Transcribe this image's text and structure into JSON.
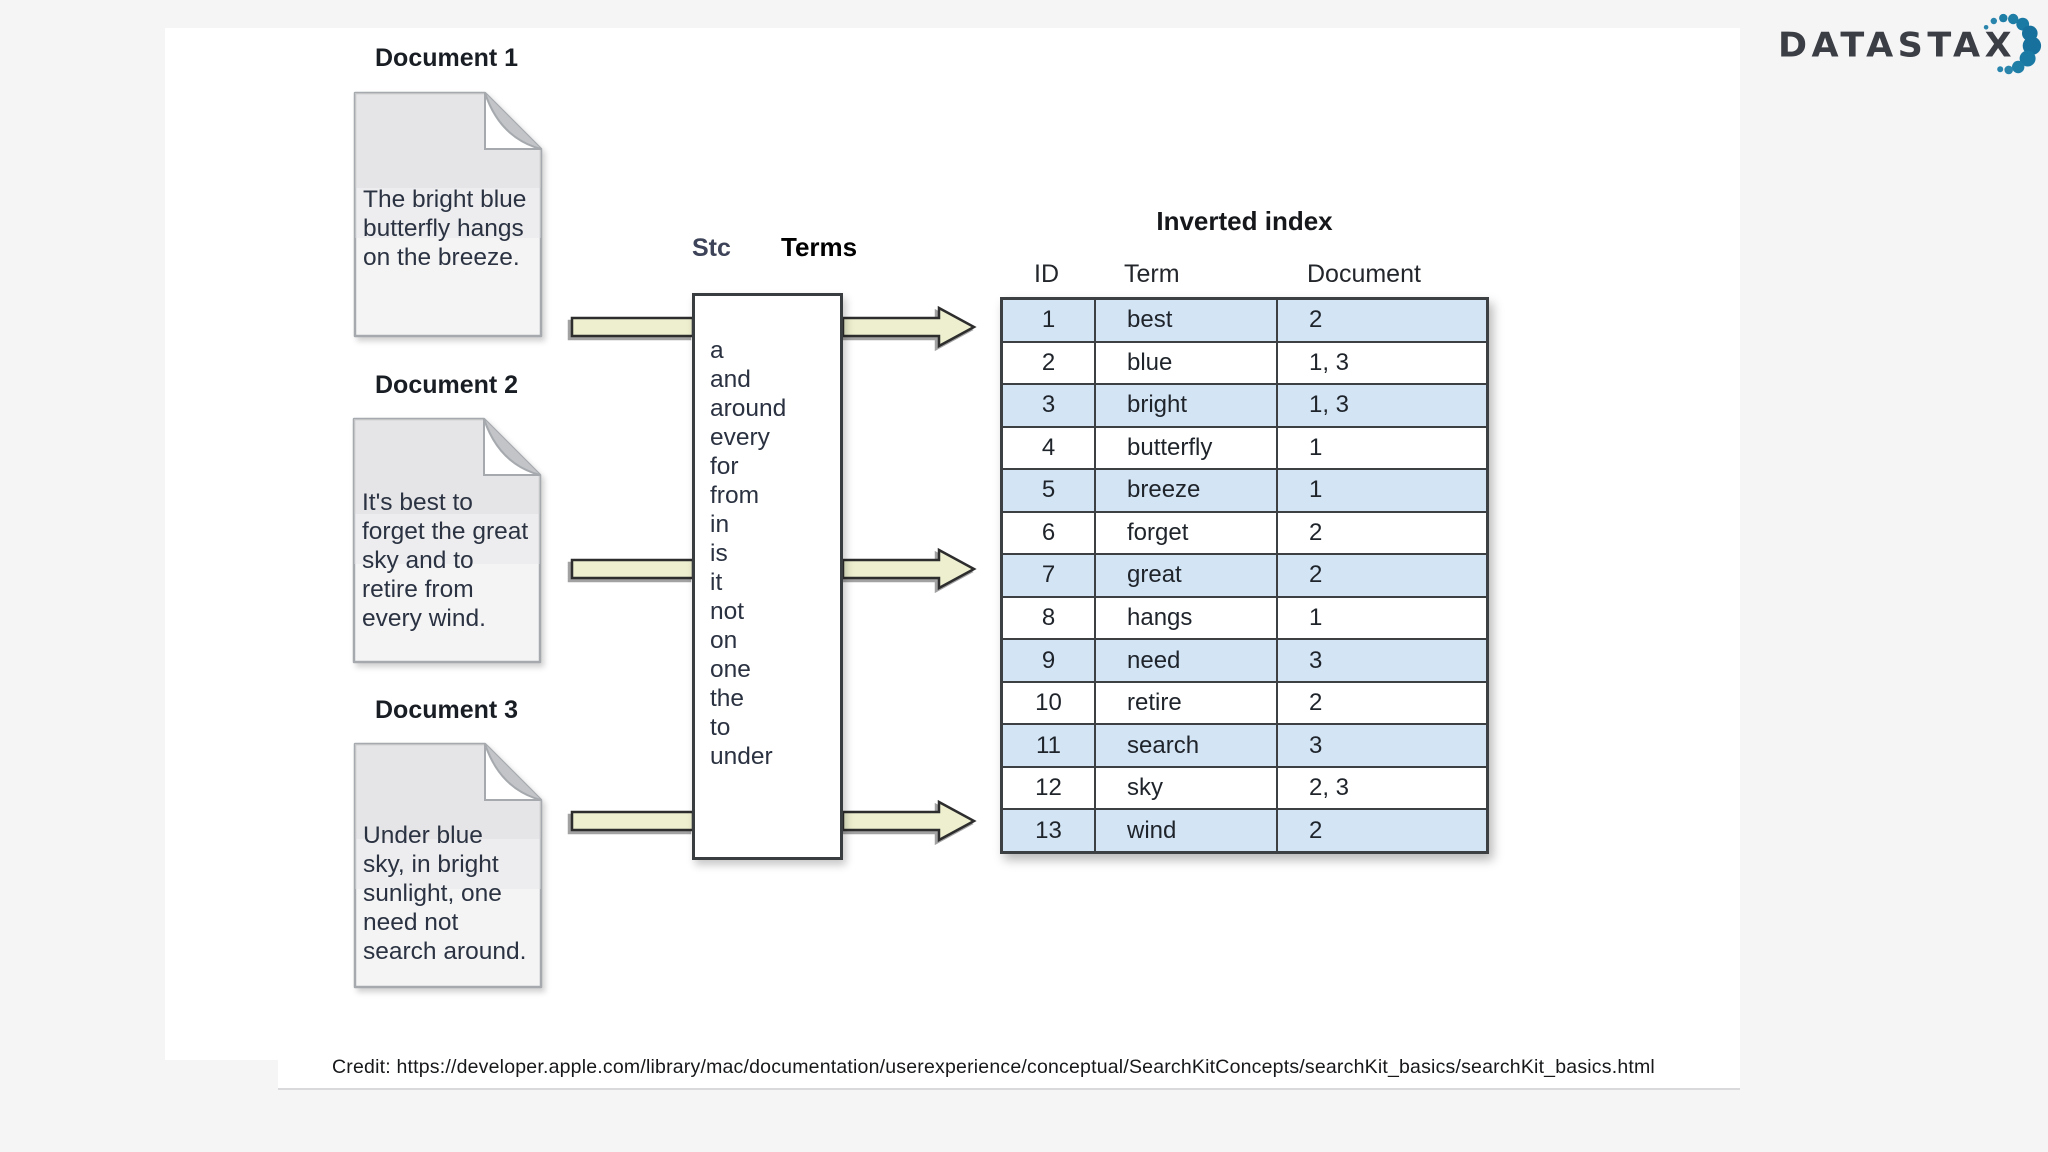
{
  "logo": {
    "wordmark": "DATASTAX"
  },
  "documents": [
    {
      "label": "Document 1",
      "text": "The bright blue\nbutterfly hangs\non the breeze."
    },
    {
      "label": "Document 2",
      "text": "It's best to\nforget the great\nsky and to\nretire from\nevery wind."
    },
    {
      "label": "Document 3",
      "text": "Under blue\nsky, in bright\nsunlight, one\nneed not\nsearch around."
    }
  ],
  "stop_words": {
    "partial_label": "Stc",
    "terms_label": "Terms",
    "words": [
      "a",
      "and",
      "around",
      "every",
      "for",
      "from",
      "in",
      "is",
      "it",
      "not",
      "on",
      "one",
      "the",
      "to",
      "under"
    ]
  },
  "inverted_index": {
    "title": "Inverted index",
    "columns": [
      "ID",
      "Term",
      "Document"
    ],
    "rows": [
      {
        "id": "1",
        "term": "best",
        "document": "2"
      },
      {
        "id": "2",
        "term": "blue",
        "document": "1, 3"
      },
      {
        "id": "3",
        "term": "bright",
        "document": "1, 3"
      },
      {
        "id": "4",
        "term": "butterfly",
        "document": "1"
      },
      {
        "id": "5",
        "term": "breeze",
        "document": "1"
      },
      {
        "id": "6",
        "term": "forget",
        "document": "2"
      },
      {
        "id": "7",
        "term": "great",
        "document": "2"
      },
      {
        "id": "8",
        "term": "hangs",
        "document": "1"
      },
      {
        "id": "9",
        "term": "need",
        "document": "3"
      },
      {
        "id": "10",
        "term": "retire",
        "document": "2"
      },
      {
        "id": "11",
        "term": "search",
        "document": "3"
      },
      {
        "id": "12",
        "term": "sky",
        "document": "2, 3"
      },
      {
        "id": "13",
        "term": "wind",
        "document": "2"
      }
    ]
  },
  "footer": {
    "credit": "Credit: https://developer.apple.com/library/mac/documentation/userexperience/conceptual/SearchKitConcepts/searchKit_basics/searchKit_basics.html"
  },
  "colors": {
    "page_bg": "#f5f5f6",
    "arrow_fill": "#edefcf",
    "arrow_outline": "#2d2d2d",
    "table_alt_row": "#d3e4f5",
    "table_border": "#3c4043",
    "logo_text": "#3b3e45",
    "logo_dot": "#1a7aa4",
    "doc_text": "#2b3342"
  }
}
